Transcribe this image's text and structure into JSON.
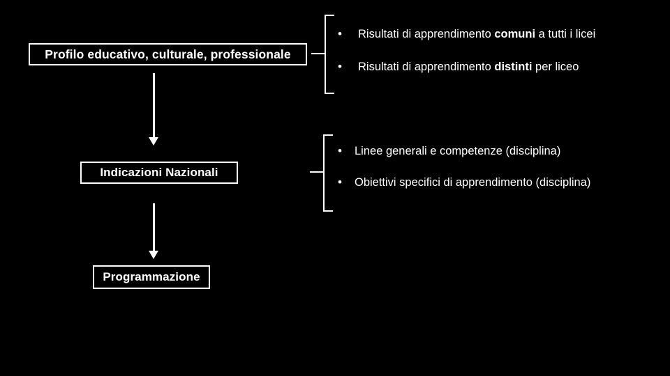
{
  "slide": {
    "background_color": "#000000",
    "text_color": "#ffffff"
  },
  "flow": {
    "boxes": [
      {
        "id": "profilo",
        "label": "Profilo educativo, culturale, professionale"
      },
      {
        "id": "indicazioni",
        "label": "Indicazioni Nazionali"
      },
      {
        "id": "programmazione",
        "label": "Programmazione"
      }
    ],
    "arrows": [
      {
        "id": "profilo-to-indicazioni",
        "direction": "down"
      },
      {
        "id": "indicazioni-to-programmazione",
        "direction": "down"
      }
    ]
  },
  "groups": [
    {
      "id": "risultati-apprendimento",
      "source_box": "profilo",
      "bullet_marker": "•",
      "items": [
        {
          "prefix": "Risultati di apprendimento ",
          "bold": "comuni",
          "suffix": " a tutti i licei"
        },
        {
          "prefix": "Risultati di apprendimento ",
          "bold": "distinti",
          "suffix": " per liceo"
        }
      ]
    },
    {
      "id": "indicazioni-dettaglio",
      "source_box": "indicazioni",
      "bullet_marker": "•",
      "items": [
        {
          "prefix": "Linee generali e competenze (disciplina)",
          "bold": "",
          "suffix": ""
        },
        {
          "prefix": "Obiettivi specifici di apprendimento (disciplina)",
          "bold": "",
          "suffix": ""
        }
      ]
    }
  ]
}
